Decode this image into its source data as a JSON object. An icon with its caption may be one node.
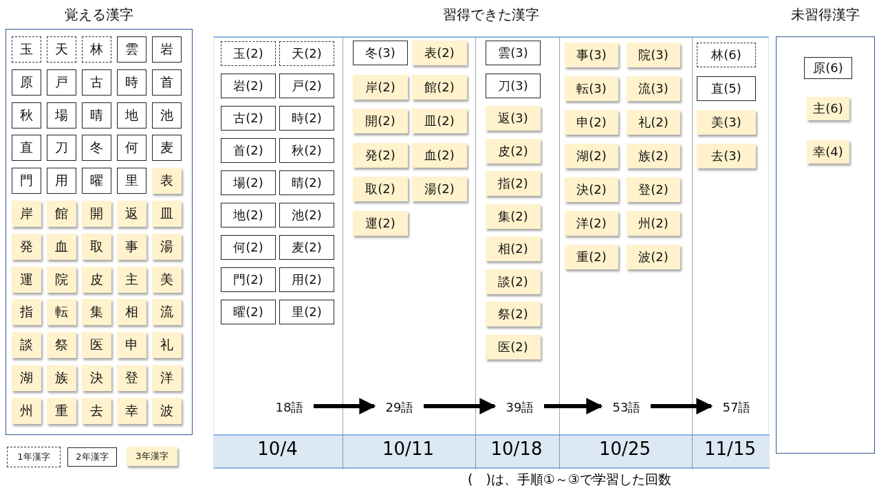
{
  "diagram": {
    "nodes": [
      {
        "text": [
          "覚える漢字"
        ]
      },
      {
        "text": [
          "玉"
        ],
        "in": 0
      },
      {
        "text": [
          "天"
        ],
        "in": 0
      },
      {
        "text": [
          "林"
        ],
        "in": 0
      },
      {
        "text": [
          "雲"
        ],
        "in": 0
      },
      {
        "text": [
          "岩"
        ],
        "in": 0
      },
      {
        "text": [
          "原"
        ],
        "in": 0
      },
      {
        "text": [
          "戸"
        ],
        "in": 0
      },
      {
        "text": [
          "古"
        ],
        "in": 0
      },
      {
        "text": [
          "時"
        ],
        "in": 0
      },
      {
        "text": [
          "首"
        ],
        "in": 0
      },
      {
        "text": [
          "秋"
        ],
        "in": 0
      },
      {
        "text": [
          "場"
        ],
        "in": 0
      },
      {
        "text": [
          "晴"
        ],
        "in": 0
      },
      {
        "text": [
          "地"
        ],
        "in": 0
      },
      {
        "text": [
          "池"
        ],
        "in": 0
      },
      {
        "text": [
          "直"
        ],
        "in": 0
      },
      {
        "text": [
          "刀"
        ],
        "in": 0
      },
      {
        "text": [
          "冬"
        ],
        "in": 0
      },
      {
        "text": [
          "何"
        ],
        "in": 0
      },
      {
        "text": [
          "麦"
        ],
        "in": 0
      },
      {
        "text": [
          "門"
        ],
        "in": 0
      },
      {
        "text": [
          "用"
        ],
        "in": 0
      },
      {
        "text": [
          "曜"
        ],
        "in": 0
      },
      {
        "text": [
          "里"
        ],
        "in": 0
      },
      {
        "text": [
          "表"
        ],
        "in": 0
      },
      {
        "text": [
          "岸"
        ],
        "in": 0
      },
      {
        "text": [
          "館"
        ],
        "in": 0
      },
      {
        "text": [
          "開"
        ],
        "in": 0
      },
      {
        "text": [
          "返"
        ],
        "in": 0
      },
      {
        "text": [
          "皿"
        ],
        "in": 0
      },
      {
        "text": [
          "発"
        ],
        "in": 0
      },
      {
        "text": [
          "血"
        ],
        "in": 0
      },
      {
        "text": [
          "取"
        ],
        "in": 0
      },
      {
        "text": [
          "事"
        ],
        "in": 0
      },
      {
        "text": [
          "湯"
        ],
        "in": 0
      },
      {
        "text": [
          "運"
        ],
        "in": 0
      },
      {
        "text": [
          "院"
        ],
        "in": 0
      },
      {
        "text": [
          "皮"
        ],
        "in": 0
      },
      {
        "text": [
          "主"
        ],
        "in": 0
      },
      {
        "text": [
          "美"
        ],
        "in": 0
      },
      {
        "text": [
          "指"
        ],
        "in": 0
      },
      {
        "text": [
          "転"
        ],
        "in": 0
      },
      {
        "text": [
          "集"
        ],
        "in": 0
      },
      {
        "text": [
          "相"
        ],
        "in": 0
      },
      {
        "text": [
          "流"
        ],
        "in": 0
      },
      {
        "text": [
          "談"
        ],
        "in": 0
      },
      {
        "text": [
          "祭"
        ],
        "in": 0
      },
      {
        "text": [
          "医"
        ],
        "in": 0
      },
      {
        "text": [
          "申"
        ],
        "in": 0
      },
      {
        "text": [
          "礼"
        ],
        "in": 0
      },
      {
        "text": [
          "湖"
        ],
        "in": 0
      },
      {
        "text": [
          "族"
        ],
        "in": 0
      },
      {
        "text": [
          "決"
        ],
        "in": 0
      },
      {
        "text": [
          "登"
        ],
        "in": 0
      },
      {
        "text": [
          "洋"
        ],
        "in": 0
      },
      {
        "text": [
          "州"
        ],
        "in": 0
      },
      {
        "text": [
          "重"
        ],
        "in": 0
      },
      {
        "text": [
          "去"
        ],
        "in": 0
      },
      {
        "text": [
          "幸"
        ],
        "in": 0
      },
      {
        "text": [
          "波"
        ],
        "in": 0
      },
      {
        "text": [
          "習得できた漢字"
        ]
      },
      {
        "text": [
          "玉(2)"
        ],
        "in": 61
      },
      {
        "text": [
          "天(2)"
        ],
        "in": 61
      },
      {
        "text": [
          "岩(2)"
        ],
        "in": 61
      },
      {
        "text": [
          "戸(2)"
        ],
        "in": 61
      },
      {
        "text": [
          "古(2)"
        ],
        "in": 61
      },
      {
        "text": [
          "時(2)"
        ],
        "in": 61
      },
      {
        "text": [
          "首(2)"
        ],
        "in": 61
      },
      {
        "text": [
          "秋(2)"
        ],
        "in": 61
      },
      {
        "text": [
          "場(2)"
        ],
        "in": 61
      },
      {
        "text": [
          "晴(2)"
        ],
        "in": 61
      },
      {
        "text": [
          "地(2)"
        ],
        "in": 61
      },
      {
        "text": [
          "池(2)"
        ],
        "in": 61
      },
      {
        "text": [
          "何(2)"
        ],
        "in": 61
      },
      {
        "text": [
          "麦(2)"
        ],
        "in": 61
      },
      {
        "text": [
          "門(2)"
        ],
        "in": 61
      },
      {
        "text": [
          "用(2)"
        ],
        "in": 61
      },
      {
        "text": [
          "曜(2)"
        ],
        "in": 61
      },
      {
        "text": [
          "里(2)"
        ],
        "in": 61
      },
      {
        "text": [
          "冬(3)"
        ],
        "in": 61
      },
      {
        "text": [
          "表(2)"
        ],
        "in": 61
      },
      {
        "text": [
          "岸(2)"
        ],
        "in": 61
      },
      {
        "text": [
          "館(2)"
        ],
        "in": 61
      },
      {
        "text": [
          "開(2)"
        ],
        "in": 61
      },
      {
        "text": [
          "皿(2)"
        ],
        "in": 61
      },
      {
        "text": [
          "発(2)"
        ],
        "in": 61
      },
      {
        "text": [
          "血(2)"
        ],
        "in": 61
      },
      {
        "text": [
          "取(2)"
        ],
        "in": 61
      },
      {
        "text": [
          "湯(2)"
        ],
        "in": 61
      },
      {
        "text": [
          "運(2)"
        ],
        "in": 61
      },
      {
        "text": [
          "雲(3)"
        ],
        "in": 61
      },
      {
        "text": [
          "刀(3)"
        ],
        "in": 61
      },
      {
        "text": [
          "返(3)"
        ],
        "in": 61
      },
      {
        "text": [
          "皮(2)"
        ],
        "in": 61
      },
      {
        "text": [
          "指(2)"
        ],
        "in": 61
      },
      {
        "text": [
          "集(2)"
        ],
        "in": 61
      },
      {
        "text": [
          "相(2)"
        ],
        "in": 61
      },
      {
        "text": [
          "談(2)"
        ],
        "in": 61
      },
      {
        "text": [
          "祭(2)"
        ],
        "in": 61
      },
      {
        "text": [
          "医(2)"
        ],
        "in": 61
      },
      {
        "text": [
          "事(3)"
        ],
        "in": 61
      },
      {
        "text": [
          "院(3)"
        ],
        "in": 61
      },
      {
        "text": [
          "転(3)"
        ],
        "in": 61
      },
      {
        "text": [
          "流(3)"
        ],
        "in": 61
      },
      {
        "text": [
          "申(2)"
        ],
        "in": 61
      },
      {
        "text": [
          "礼(2)"
        ],
        "in": 61
      },
      {
        "text": [
          "湖(2)"
        ],
        "in": 61
      },
      {
        "text": [
          "族(2)"
        ],
        "in": 61
      },
      {
        "text": [
          "決(2)"
        ],
        "in": 61
      },
      {
        "text": [
          "登(2)"
        ],
        "in": 61
      },
      {
        "text": [
          "洋(2)"
        ],
        "in": 61
      },
      {
        "text": [
          "州(2)"
        ],
        "in": 61
      },
      {
        "text": [
          "重(2)"
        ],
        "in": 61
      },
      {
        "text": [
          "波(2)"
        ],
        "in": 61
      },
      {
        "text": [
          "林(6)"
        ],
        "in": 61
      },
      {
        "text": [
          "直(5)"
        ],
        "in": 61
      },
      {
        "text": [
          "美(3)"
        ],
        "in": 61
      },
      {
        "text": [
          "去(3)"
        ],
        "in": 61
      },
      {
        "text": [
          "18語"
        ],
        "in": 61
      },
      {
        "text": [
          "29語"
        ],
        "in": 61
      },
      {
        "text": [
          "39語"
        ],
        "in": 61
      },
      {
        "text": [
          "53語"
        ],
        "in": 61
      },
      {
        "text": [
          "57語"
        ],
        "in": 61
      },
      {
        "text": [
          "未習得漢字"
        ]
      },
      {
        "text": [
          "原(6)"
        ],
        "in": 124
      },
      {
        "text": [
          "主(6)"
        ],
        "in": 124
      },
      {
        "text": [
          "幸(4)"
        ],
        "in": 124
      }
    ],
    "edges": [
      {
        "from": 119,
        "to": 120,
        "arrow": "to"
      },
      {
        "from": 120,
        "to": 121,
        "arrow": "to"
      },
      {
        "from": 121,
        "to": 122,
        "arrow": "to"
      },
      {
        "from": 122,
        "to": 123,
        "arrow": "to"
      }
    ],
    "labels": [
      "10/4",
      "10/11",
      "10/18",
      "10/25",
      "11/15",
      "(　)は、手順①～③で学習した回数"
    ],
    "legend": [
      {
        "text": "1年漢字"
      },
      {
        "text": "2年漢字"
      },
      {
        "text": "3年漢字",
        "color": "#fff2cc"
      }
    ]
  }
}
